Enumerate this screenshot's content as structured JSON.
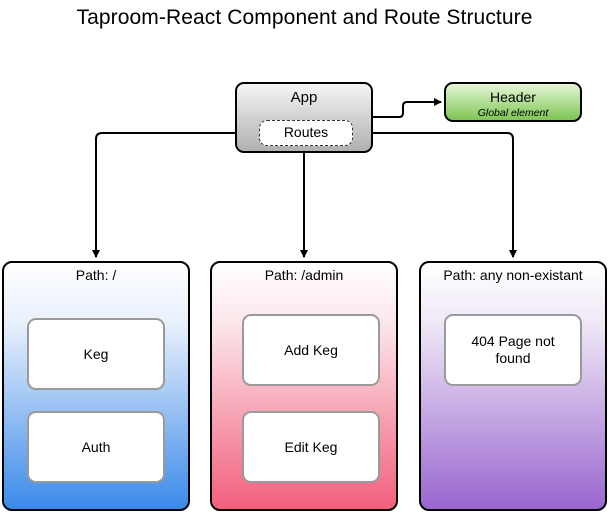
{
  "title": "Taproom-React Component and Route Structure",
  "app": {
    "label": "App",
    "routes_label": "Routes"
  },
  "header": {
    "label": "Header",
    "sublabel": "Global element"
  },
  "panels": [
    {
      "title": "Path: /",
      "components": [
        "Keg",
        "Auth"
      ]
    },
    {
      "title": "Path: /admin",
      "components": [
        "Add Keg",
        "Edit Keg"
      ]
    },
    {
      "title": "Path: any non-existant",
      "components": [
        "404 Page not found"
      ]
    }
  ],
  "colors": {
    "line": "#000000",
    "app_fill": "#b0b0b0",
    "header_fill": "#7ec553",
    "panel_root": "#3b8ae9",
    "panel_admin": "#f25f7d",
    "panel_notfound": "#9966cf"
  }
}
